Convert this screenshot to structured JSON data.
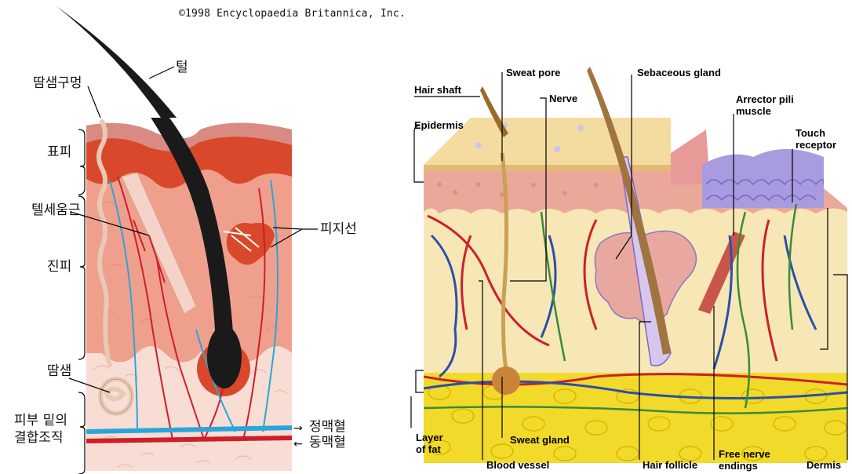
{
  "copyright": "©1998 Encyclopaedia Britannica, Inc.",
  "left_labels": {
    "pore": "땀샘구멍",
    "hair": "털",
    "epidermis": "표피",
    "arrector_muscle": "텔세움근",
    "sebaceous_gland": "피지선",
    "dermis": "진피",
    "sweat_gland": "땀샘",
    "subcutaneous_line1": "피부 밑의",
    "subcutaneous_line2": "결합조직",
    "vein": "정맥혈",
    "artery": "동맥혈",
    "vein_arrow": "→",
    "artery_arrow": "←"
  },
  "right_labels": {
    "hair_shaft": "Hair shaft",
    "sweat_pore": "Sweat pore",
    "nerve": "Nerve",
    "sebaceous_gland": "Sebaceous gland",
    "arrector_pili_line1": "Arrector pili",
    "arrector_pili_line2": "muscle",
    "epidermis": "Epidermis",
    "touch_line1": "Touch",
    "touch_line2": "receptor",
    "layer_fat_line1": "Layer",
    "layer_fat_line2": "of fat",
    "sweat_gland": "Sweat gland",
    "blood_vessel": "Blood vessel",
    "hair_follicle": "Hair follicle",
    "free_nerve_line1": "Free nerve",
    "free_nerve_line2": "endings",
    "dermis": "Dermis"
  },
  "colors": {
    "epidermis_top": "#d98a82",
    "epidermis_red": "#d9482a",
    "dermis_pink": "#efa08d",
    "subcutaneous": "#f7ddd4",
    "hair": "#1a1a1a",
    "artery": "#cc1f2a",
    "vein": "#2aa5d9",
    "skin_tan": "#f5dfa7",
    "fat_yellow": "#f2da2a",
    "nerve_green": "#3a8a3a",
    "vein_blue": "#2b4fa8",
    "touch_purple": "#9b8ad6"
  }
}
